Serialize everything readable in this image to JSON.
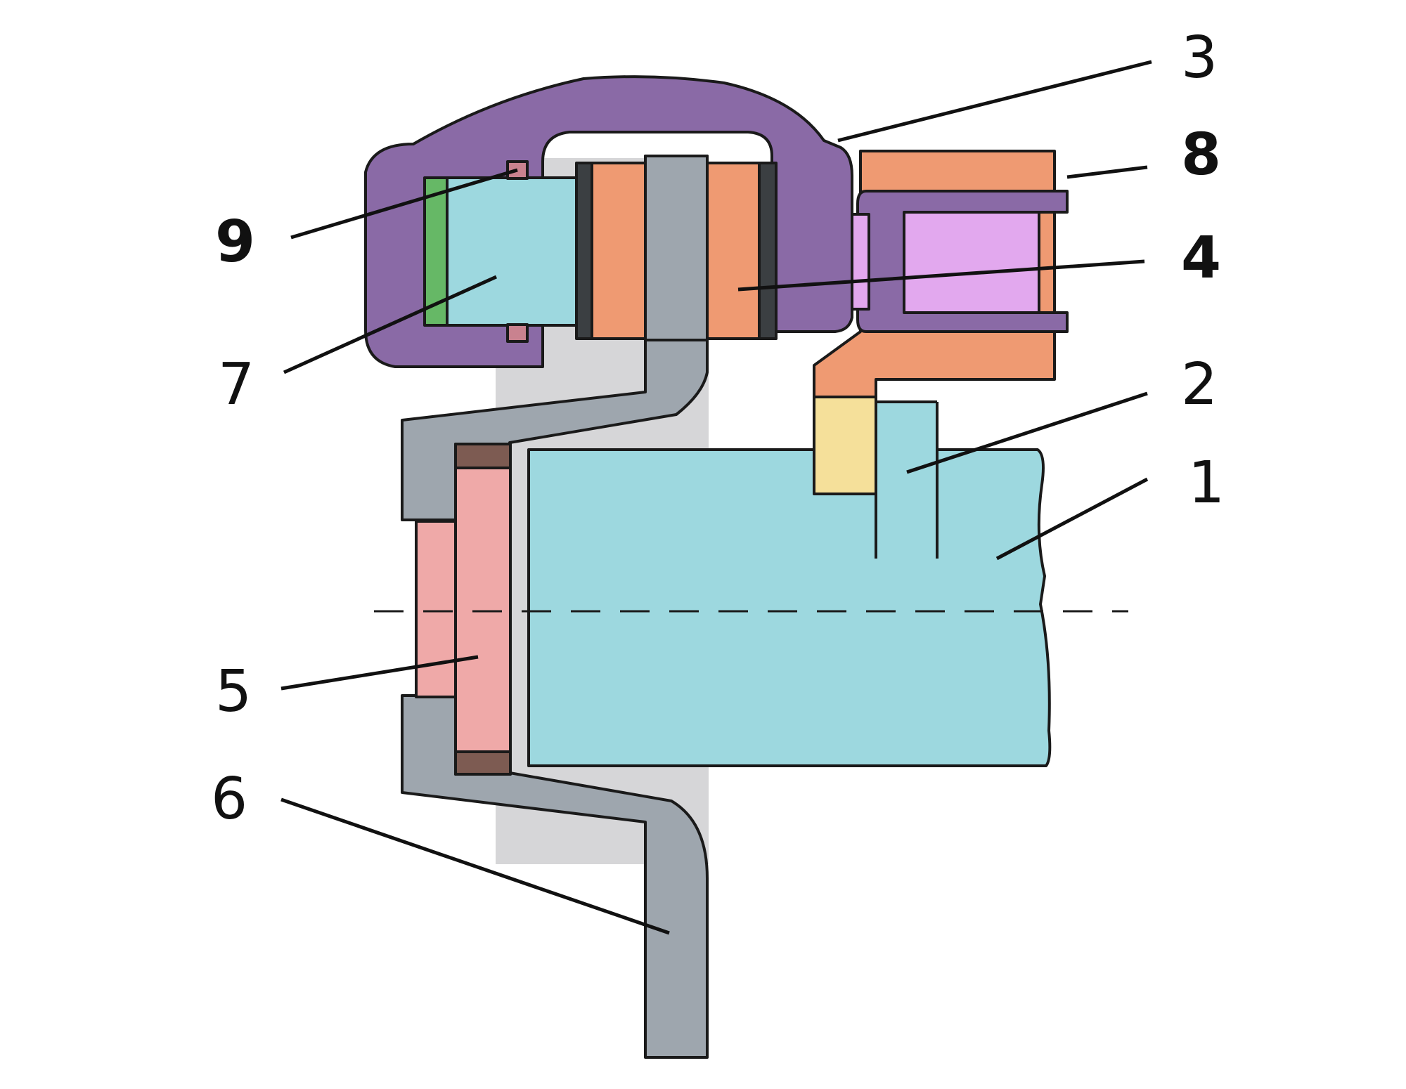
{
  "callouts": [
    {
      "id": "1",
      "label": "1"
    },
    {
      "id": "2",
      "label": "2"
    },
    {
      "id": "3",
      "label": "3"
    },
    {
      "id": "4",
      "label": "4"
    },
    {
      "id": "5",
      "label": "5"
    },
    {
      "id": "6",
      "label": "6"
    },
    {
      "id": "7",
      "label": "7"
    },
    {
      "id": "8",
      "label": "8"
    },
    {
      "id": "9",
      "label": "9"
    }
  ],
  "colors": {
    "shaft": "#9dd8df",
    "hub_flange": "#9ea6ae",
    "caliper": "#8a6aa6",
    "brake_pad": "#ef9a72",
    "pad_backing": "#3b3f42",
    "hub_cap": "#efa9a8",
    "cap_rim": "#7d5b52",
    "inner_disc": "#d6d6d8",
    "green_seal": "#66b866",
    "pink_piston": "#e2a8ee",
    "yellow_block": "#f5e09a",
    "small_pin": "#c9828f"
  }
}
